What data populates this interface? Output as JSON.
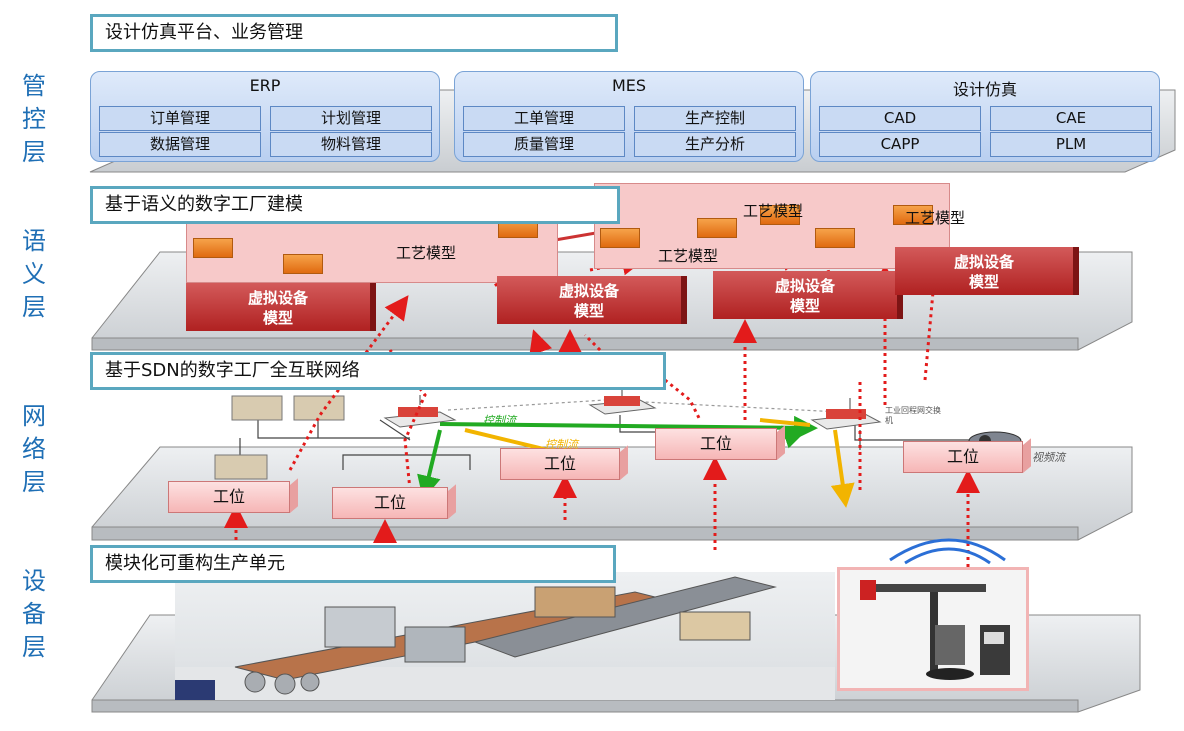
{
  "layers": {
    "management": "管控层",
    "semantic": "语义层",
    "network": "网络层",
    "device": "设备层"
  },
  "titles": {
    "platform": "设计仿真平台、业务管理",
    "semantic": "基于语义的数字工厂建模",
    "network": "基于SDN的数字工厂全互联网络",
    "device": "模块化可重构生产单元"
  },
  "systems": [
    {
      "name": "ERP",
      "items": [
        "订单管理",
        "计划管理",
        "数据管理",
        "物料管理"
      ]
    },
    {
      "name": "MES",
      "items": [
        "工单管理",
        "生产控制",
        "质量管理",
        "生产分析"
      ]
    },
    {
      "name": "设计仿真",
      "items": [
        "CAD",
        "CAE",
        "CAPP",
        "PLM"
      ]
    }
  ],
  "semantic": {
    "virtual_device": "虚拟设备模型",
    "process_model": "工艺模型"
  },
  "network": {
    "station": "工位",
    "video_stream": "视频流",
    "control_stream": "控制流",
    "switch_caption": "工业回程网交换机"
  },
  "colors": {
    "layer_label": "#1f6fb5",
    "title_border": "#5aa7bf",
    "virtual_device": "#b52424",
    "dotted_arrow": "#e31b1b",
    "green_flow": "#22aa22",
    "yellow_flow": "#f2b400"
  }
}
